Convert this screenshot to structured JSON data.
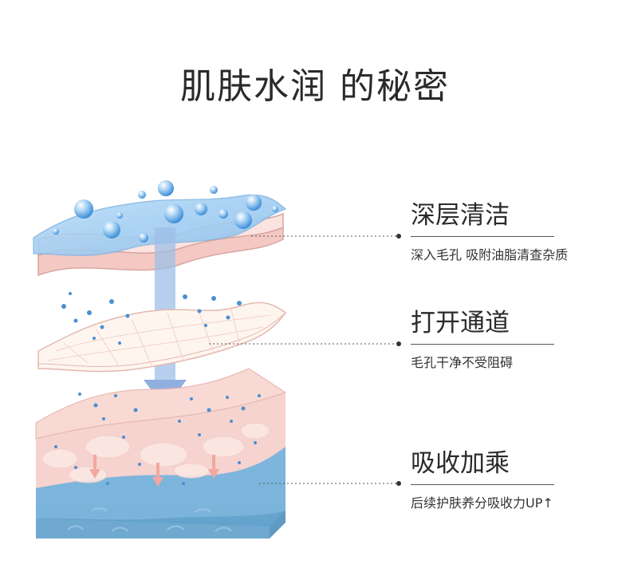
{
  "title": "肌肤水润 的秘密",
  "callouts": [
    {
      "heading": "深层清洁",
      "description": "深入毛孔 吸附油脂清查杂质"
    },
    {
      "heading": "打开通道",
      "description": "毛孔干净不受阻碍"
    },
    {
      "heading": "吸收加乘",
      "description": "后续护肤养分吸收力UP↑"
    }
  ],
  "colors": {
    "water": "#8fc0ea",
    "skin": "#f6d3cf",
    "deep": "#6fa9cf",
    "arrow": "#8fb0de",
    "drop": "#4a8fd1"
  }
}
